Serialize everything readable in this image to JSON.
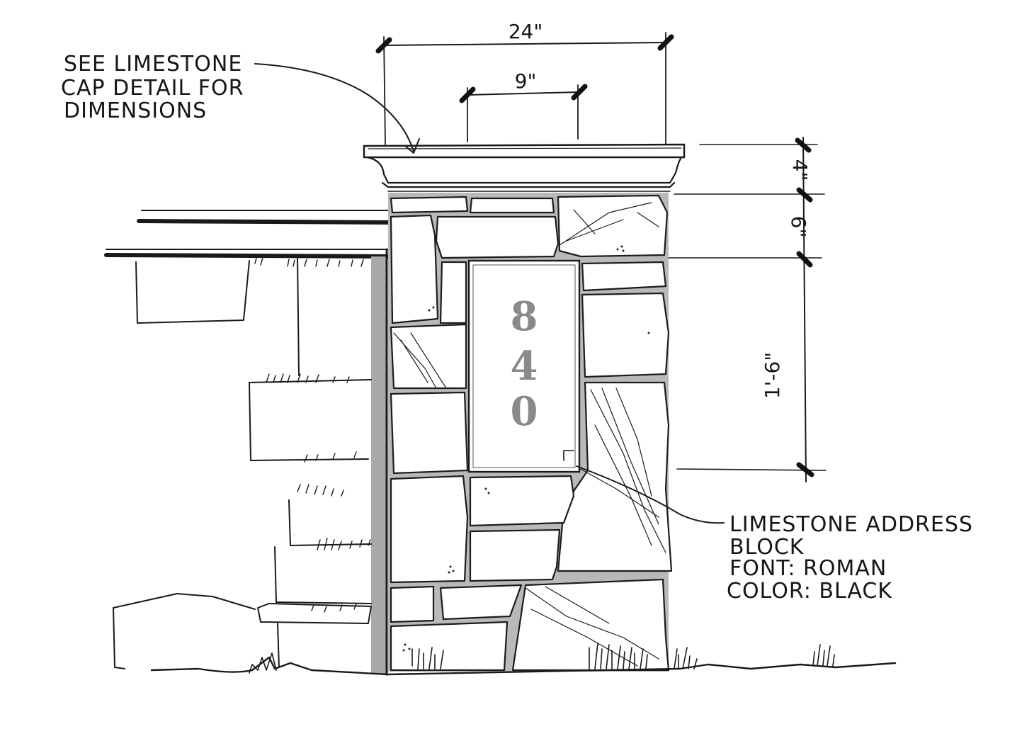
{
  "callouts": {
    "cap_note": [
      "SEE LIMESTONE",
      "CAP DETAIL FOR",
      "DIMENSIONS"
    ],
    "block_note": [
      "LIMESTONE ADDRESS",
      "BLOCK",
      "FONT: ROMAN",
      "COLOR: BLACK"
    ]
  },
  "dimensions": {
    "overall_width": "24\"",
    "block_width": "9\"",
    "cap_height": "4\"",
    "course_height": "6\"",
    "block_height": "1'-6\""
  },
  "address_block": {
    "digits": [
      "8",
      "4",
      "0"
    ]
  },
  "colors": {
    "ink": "#1a1a1a",
    "mortar_shade": "#a8a8a8",
    "numerals": "#8a8a8a"
  }
}
